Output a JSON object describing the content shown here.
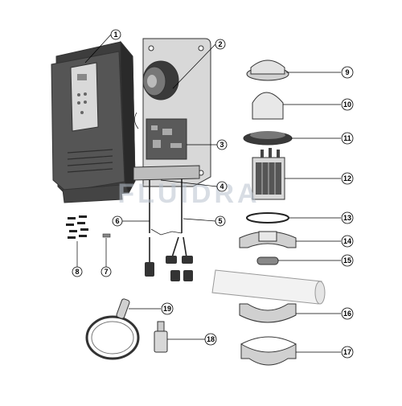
{
  "watermark": "FLUIDRA",
  "callouts": [
    "1",
    "2",
    "3",
    "4",
    "5",
    "6",
    "7",
    "8",
    "9",
    "10",
    "11",
    "12",
    "13",
    "14",
    "15",
    "16",
    "17",
    "18",
    "19"
  ]
}
